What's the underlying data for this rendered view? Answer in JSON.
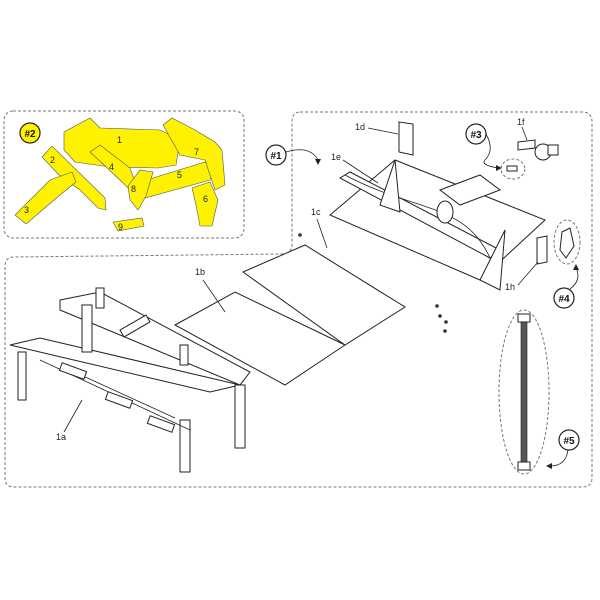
{
  "logs_group": {
    "callout": "#2",
    "highlight_color": "#fff200",
    "pieces": [
      "1",
      "2",
      "3",
      "4",
      "5",
      "6",
      "7",
      "8",
      "9"
    ]
  },
  "burner_group": {
    "callout": "#1",
    "parts": {
      "b1a": "1a",
      "b1b": "1b",
      "b1c": "1c",
      "b1d": "1d",
      "b1e": "1e",
      "b1f": "1f",
      "b1h": "1h"
    }
  },
  "callouts": {
    "c3": "#3",
    "c4": "#4",
    "c5": "#5"
  }
}
